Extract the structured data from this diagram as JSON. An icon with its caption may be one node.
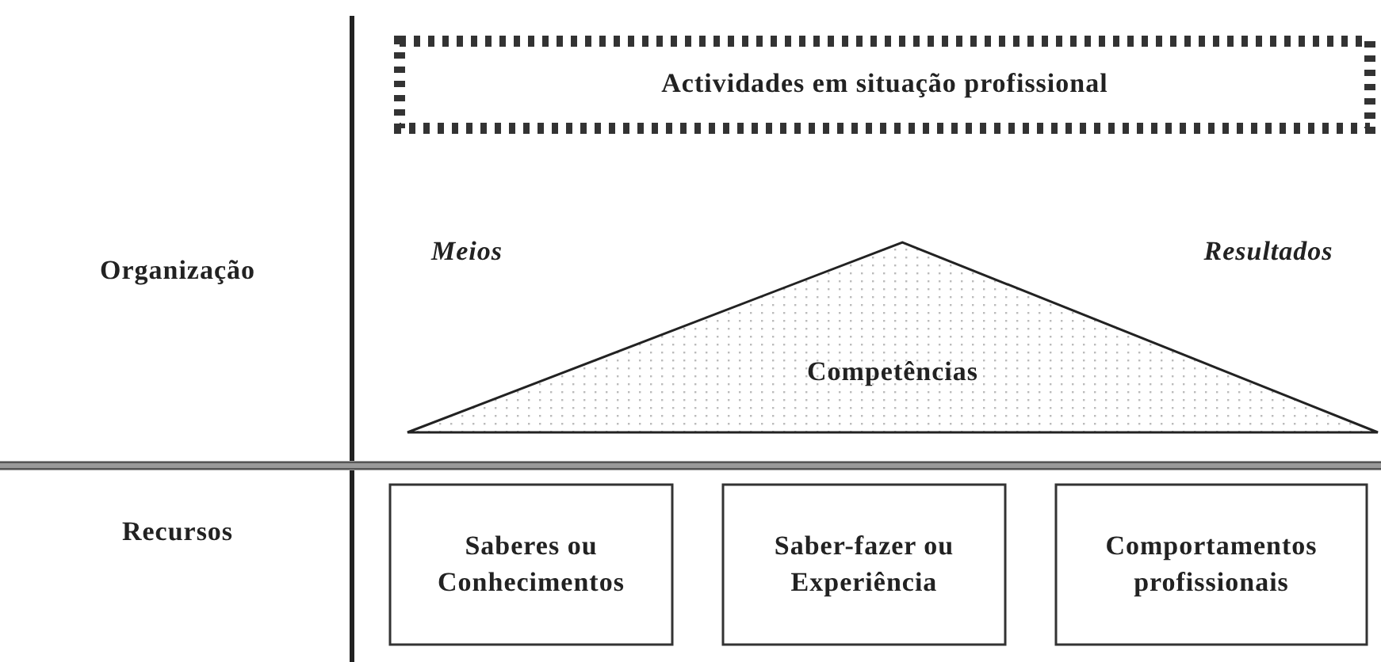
{
  "diagram": {
    "nodes": [
      {
        "text": [
          "Actividades em situação profissional"
        ]
      },
      {
        "text": [
          "Competências"
        ]
      },
      {
        "text": [
          "Saberes ou Conhecimentos"
        ]
      },
      {
        "text": [
          "Saber-fazer ou Experiência"
        ]
      },
      {
        "text": [
          "Comportamentos profissionais"
        ]
      }
    ],
    "labels": [
      "Organização",
      "Meios",
      "Resultados",
      "Recursos"
    ]
  }
}
